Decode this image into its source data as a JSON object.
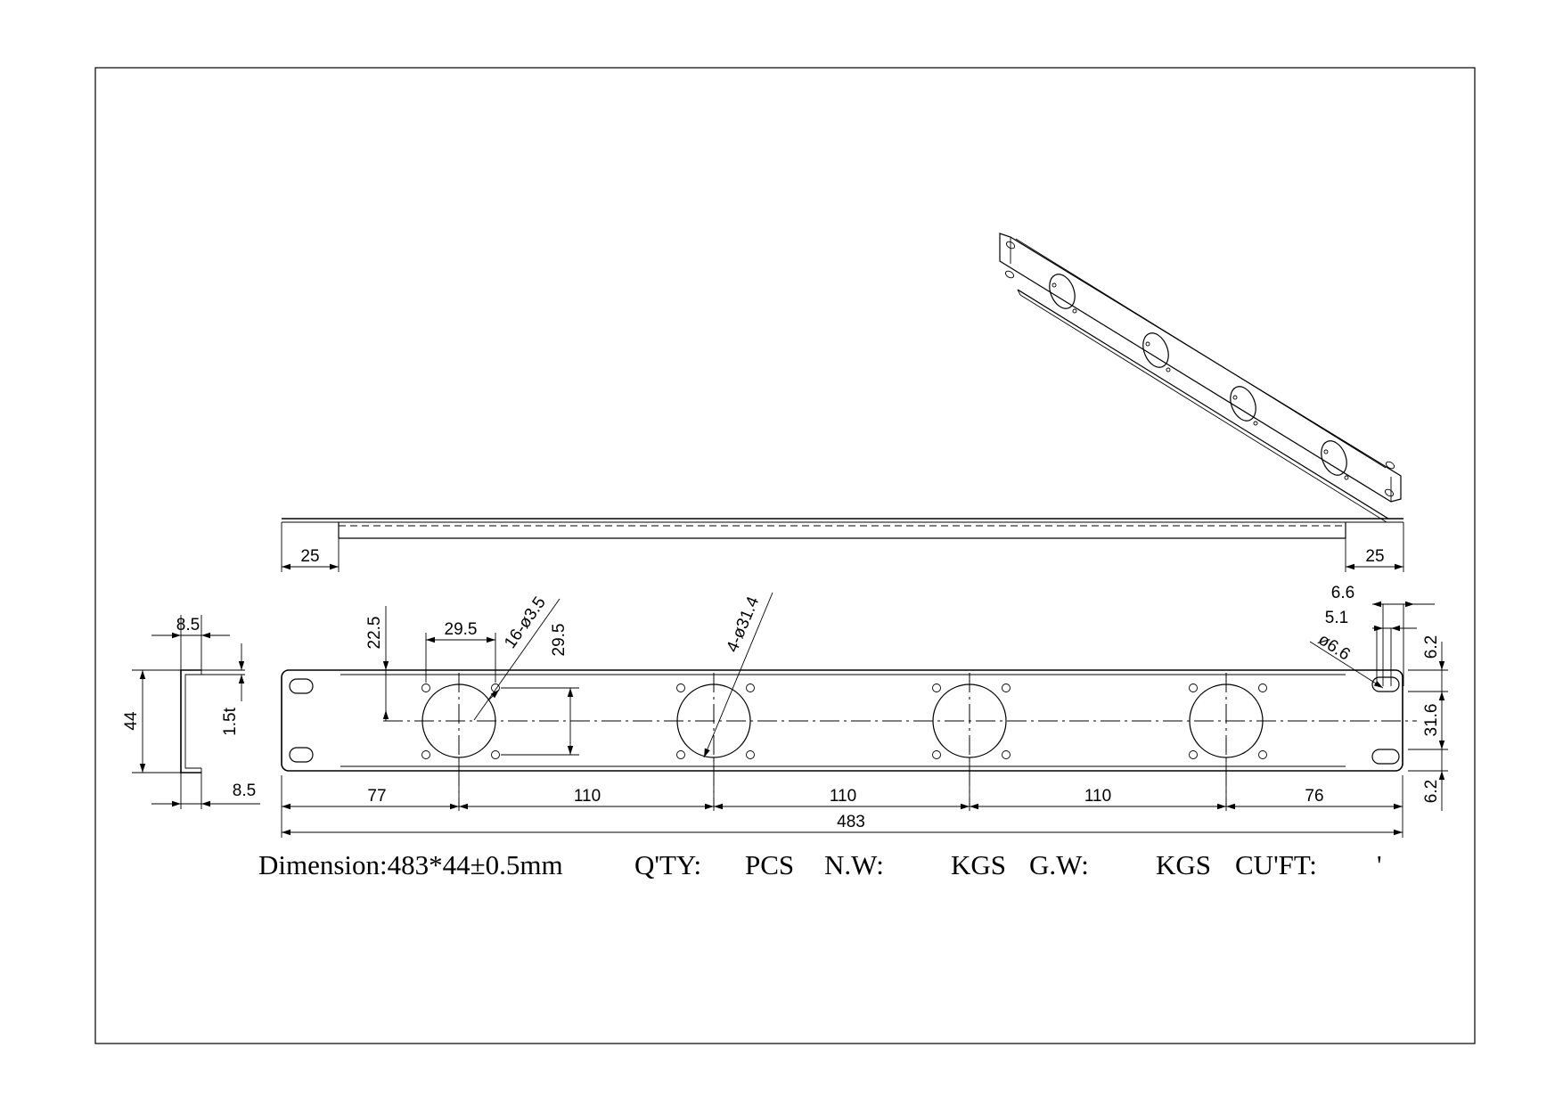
{
  "spec": {
    "dimension": "Dimension:483*44±0.5mm",
    "qty_label": "Q'TY:",
    "qty_unit": "PCS",
    "nw_label": "N.W:",
    "nw_unit": "KGS",
    "gw_label": "G.W:",
    "gw_unit": "KGS",
    "cuft_label": "CU'FT:",
    "cuft_unit": "'"
  },
  "dims": {
    "top_flange_left": "25",
    "top_flange_right": "25",
    "side_width_top": "8.5",
    "side_width_bottom": "8.5",
    "side_height": "44",
    "thickness": "1.5t",
    "hole_offset_v": "22.5",
    "hole_spacing_h": "29.5",
    "hole_spacing_v": "29.5",
    "small_hole_callout": "16-ø3.5",
    "large_hole_callout": "4-ø31.4",
    "seg_1": "77",
    "seg_2": "110",
    "seg_3": "110",
    "seg_4": "110",
    "seg_5": "76",
    "overall_width": "483",
    "ear_66": "6.6",
    "ear_51": "5.1",
    "slot_callout": "ø6.6",
    "vert_top": "6.2",
    "vert_mid": "31.6",
    "vert_bottom": "6.2"
  }
}
